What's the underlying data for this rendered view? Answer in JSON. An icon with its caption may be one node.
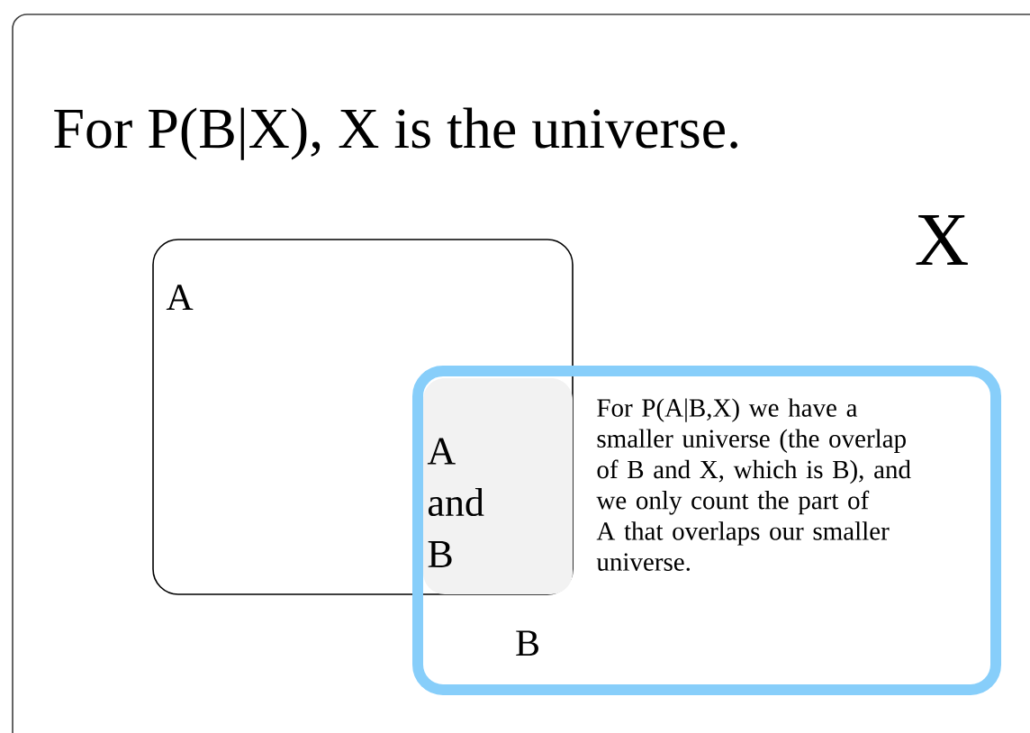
{
  "diagram": {
    "nodes": [
      {
        "text": [
          "For P(B|X), X is the universe.",
          "X"
        ]
      },
      {
        "text": [
          "A"
        ],
        "in": 0
      },
      {
        "text": [
          "A and B"
        ]
      },
      {
        "text": [
          "B",
          "For P(A|B,X) we have a smaller universe (the overlap of B and X, which is B), and we only count the part of A that overlaps our smaller universe."
        ],
        "in": 0
      }
    ]
  }
}
